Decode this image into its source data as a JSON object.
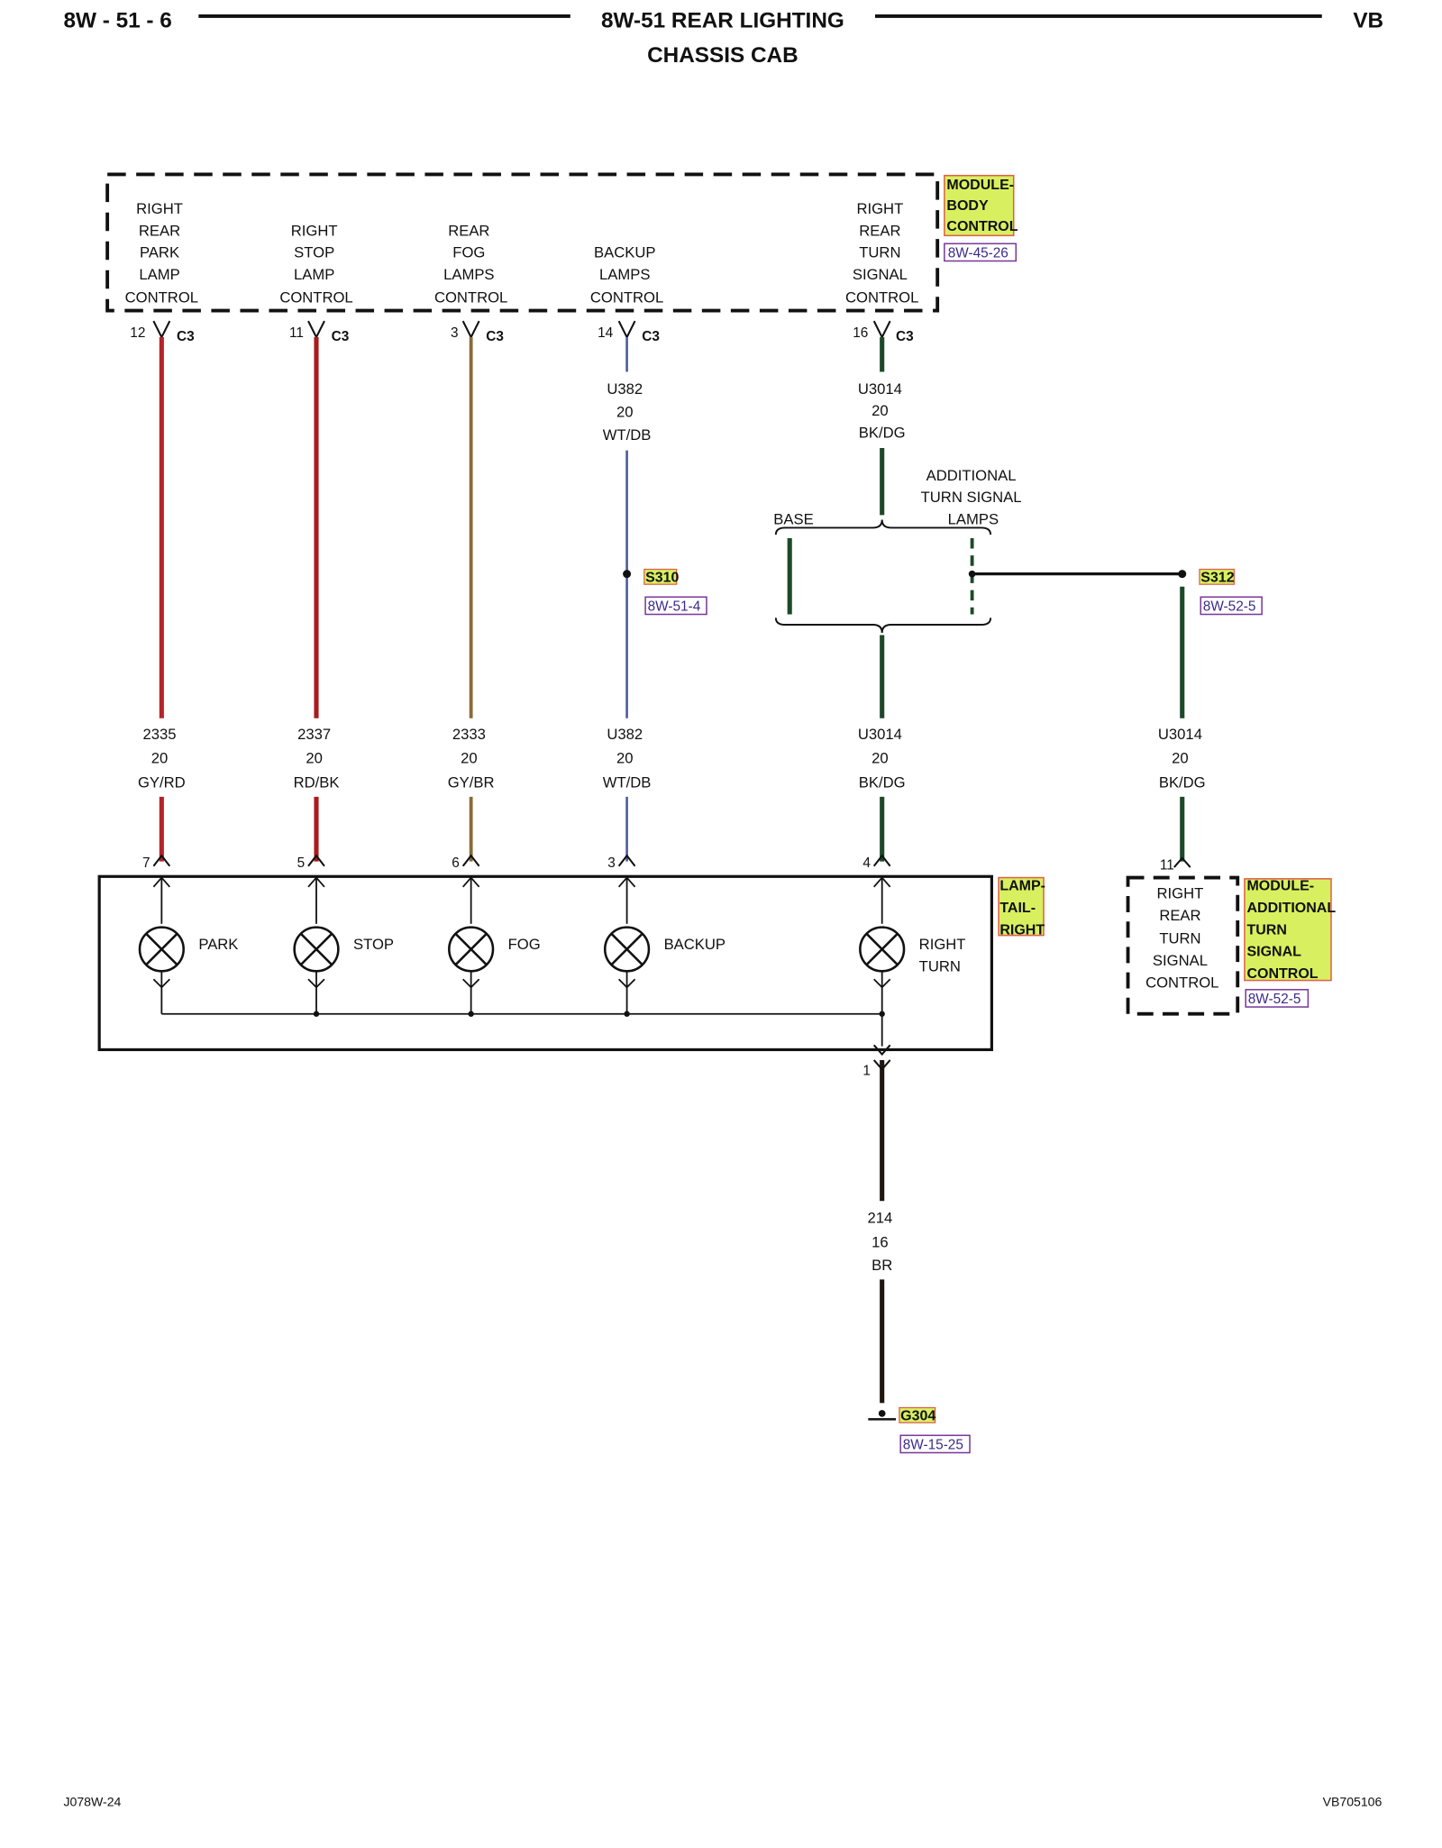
{
  "header": {
    "left": "8W - 51 - 6",
    "title": "8W-51 REAR LIGHTING",
    "subtitle": "CHASSIS CAB",
    "right": "VB"
  },
  "footer": {
    "left": "J078W-24",
    "right": "VB705106"
  },
  "body_module": {
    "name": [
      "MODULE-",
      "BODY",
      "CONTROL"
    ],
    "ref": "8W-45-26",
    "functions": [
      [
        "RIGHT",
        "REAR",
        "PARK",
        "LAMP",
        "CONTROL"
      ],
      [
        "RIGHT",
        "STOP",
        "LAMP",
        "CONTROL"
      ],
      [
        "REAR",
        "FOG",
        "LAMPS",
        "CONTROL"
      ],
      [
        "BACKUP",
        "LAMPS",
        "CONTROL"
      ],
      [
        "RIGHT",
        "REAR",
        "TURN",
        "SIGNAL",
        "CONTROL"
      ]
    ]
  },
  "connector": "C3",
  "top_pins": [
    "12",
    "11",
    "3",
    "14",
    "16"
  ],
  "upper_wires": [
    {
      "circuit": "U382",
      "gauge": "20",
      "color_code": "WT/DB"
    },
    {
      "circuit": "U3014",
      "gauge": "20",
      "color_code": "BK/DG"
    }
  ],
  "option": {
    "base_label": "BASE",
    "additional_label": [
      "ADDITIONAL",
      "TURN SIGNAL",
      "LAMPS"
    ]
  },
  "splices": [
    {
      "id": "S310",
      "ref": "8W-51-4"
    },
    {
      "id": "S312",
      "ref": "8W-52-5"
    }
  ],
  "lower_wires": [
    {
      "circuit": "2335",
      "gauge": "20",
      "color_code": "GY/RD"
    },
    {
      "circuit": "2337",
      "gauge": "20",
      "color_code": "RD/BK"
    },
    {
      "circuit": "2333",
      "gauge": "20",
      "color_code": "GY/BR"
    },
    {
      "circuit": "U382",
      "gauge": "20",
      "color_code": "WT/DB"
    },
    {
      "circuit": "U3014",
      "gauge": "20",
      "color_code": "BK/DG"
    },
    {
      "circuit": "U3014",
      "gauge": "20",
      "color_code": "BK/DG"
    }
  ],
  "lamp_pins": [
    "7",
    "5",
    "6",
    "3",
    "4"
  ],
  "lamp_module": {
    "name": [
      "LAMP-",
      "TAIL-",
      "RIGHT"
    ]
  },
  "bulbs": [
    [
      "PARK"
    ],
    [
      "STOP"
    ],
    [
      "FOG"
    ],
    [
      "BACKUP"
    ],
    [
      "RIGHT",
      "TURN"
    ]
  ],
  "additional_module": {
    "name": [
      "MODULE-",
      "ADDITIONAL",
      "TURN",
      "SIGNAL",
      "CONTROL"
    ],
    "ref": "8W-52-5",
    "pin": "11",
    "function": [
      "RIGHT",
      "REAR",
      "TURN",
      "SIGNAL",
      "CONTROL"
    ]
  },
  "ground": {
    "pin": "1",
    "circuit": "214",
    "gauge": "16",
    "color_code": "BR",
    "id": "G304",
    "ref": "8W-15-25"
  },
  "colors": {
    "gy_rd": "#b5242a",
    "rd_bk": "#a81c1c",
    "gy_br": "#8a6a3a",
    "wt_db": "#4a5a9a",
    "bk_dg": "#1c4a28",
    "br": "#221510",
    "label_fill": "#d8f060",
    "label_border": "#e06048",
    "ref_border": "#7a3a9a"
  }
}
